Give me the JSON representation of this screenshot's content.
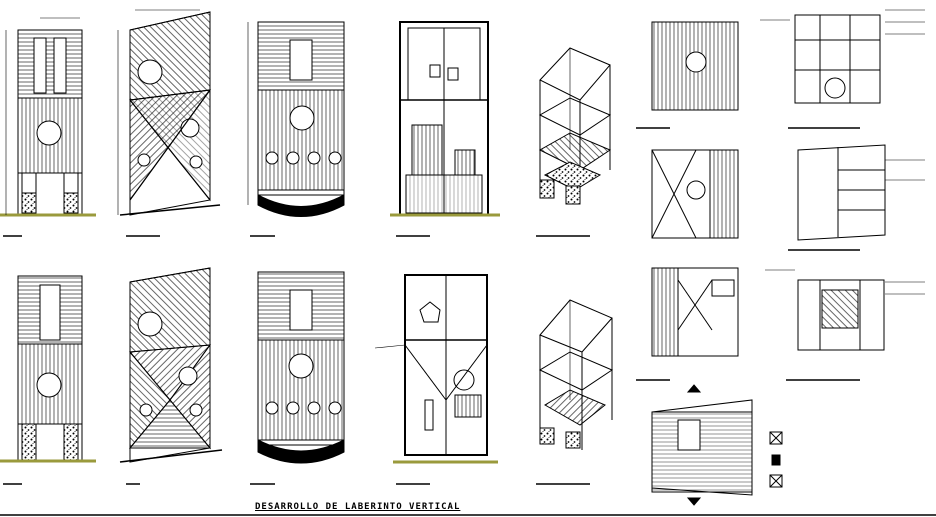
{
  "sheet": {
    "title": "DESARROLLO DE LABERINTO VERTICAL",
    "background": "#ffffff",
    "line_color": "#000000",
    "ground_color": "#9a9a3c"
  },
  "views": [
    {
      "name": "front-elevation-1"
    },
    {
      "name": "diagonal-elevation-1"
    },
    {
      "name": "circles-elevation-1"
    },
    {
      "name": "frame-section-1"
    },
    {
      "name": "isometric-1"
    },
    {
      "name": "front-elevation-2"
    },
    {
      "name": "diagonal-elevation-2"
    },
    {
      "name": "circles-elevation-2"
    },
    {
      "name": "frame-section-2"
    },
    {
      "name": "isometric-2"
    },
    {
      "name": "panel-details"
    }
  ]
}
